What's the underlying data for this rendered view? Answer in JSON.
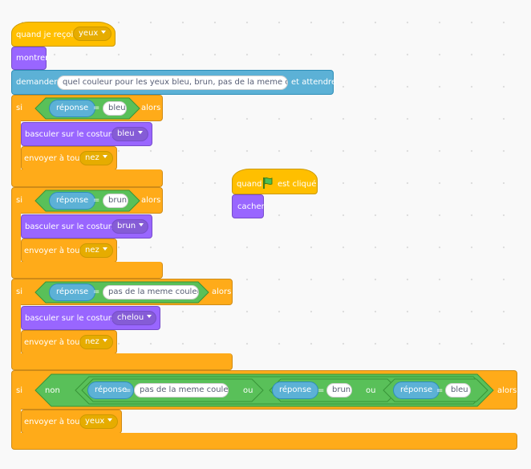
{
  "colors": {
    "events": "#FFBF00",
    "looks": "#9966FF",
    "sensing": "#5CB1D6",
    "control": "#FFAB19",
    "operators": "#59C059"
  },
  "hat1": {
    "label": "quand je reçois",
    "message": "yeux"
  },
  "show_label": "montrer",
  "ask": {
    "label": "demander",
    "question": "quel couleur pour les yeux bleu, brun, pas de la meme couleur",
    "suffix": "et attendre"
  },
  "if1": {
    "si": "si",
    "answer": "réponse",
    "eq": "=",
    "value": "bleu",
    "alors": "alors",
    "costume_label": "basculer sur le costume",
    "costume": "bleu",
    "broadcast_label": "envoyer à tous",
    "message": "nez"
  },
  "if2": {
    "si": "si",
    "answer": "réponse",
    "eq": "=",
    "value": "brun",
    "alors": "alors",
    "costume_label": "basculer sur le costume",
    "costume": "brun",
    "broadcast_label": "envoyer à tous",
    "message": "nez"
  },
  "if3": {
    "si": "si",
    "answer": "réponse",
    "eq": "=",
    "value": "pas de la meme couleur",
    "alors": "alors",
    "costume_label": "basculer sur le costume",
    "costume": "chelou",
    "broadcast_label": "envoyer à tous",
    "message": "nez"
  },
  "if4": {
    "si": "si",
    "non": "non",
    "ou": "ou",
    "answer": "réponse",
    "eq": "=",
    "v1": "pas de la meme couleur",
    "v2": "brun",
    "v3": "bleu",
    "alors": "alors",
    "broadcast_label": "envoyer à tous",
    "message": "yeux"
  },
  "hat2": {
    "quand": "quand",
    "suffix": "est cliqué",
    "hide_label": "cacher"
  }
}
